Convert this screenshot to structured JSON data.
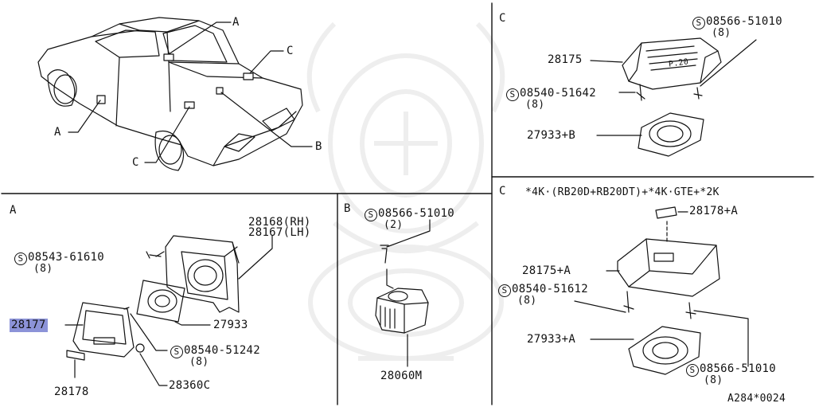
{
  "diagram": {
    "car_overview": {
      "label_a_upper": "A",
      "label_c_upper": "C",
      "label_a_lower": "A",
      "label_c_lower": "C",
      "label_b": "B"
    },
    "panel_a": {
      "title": "A",
      "screw": {
        "symbol": "S",
        "code": "08543-61610",
        "qty": "(8)"
      },
      "bracket_rh": "28168(RH)",
      "bracket_lh": "28167(LH)",
      "speaker": "27933",
      "grille": "28177",
      "cover": "28178",
      "washer": "28360C",
      "screw2": {
        "symbol": "S",
        "code": "08540-51242",
        "qty": "(8)"
      }
    },
    "panel_b": {
      "title": "B",
      "screw": {
        "symbol": "S",
        "code": "08566-51010",
        "qty": "(2)"
      },
      "amplifier": "28060M"
    },
    "panel_c_top": {
      "title": "C",
      "screw_top": {
        "symbol": "S",
        "code": "08566-51010",
        "qty": "(8)"
      },
      "cover": "28175",
      "cover_marking": "P.20",
      "screw_left": {
        "symbol": "S",
        "code": "08540-51642",
        "qty": "(8)"
      },
      "speaker": "27933+B"
    },
    "panel_c_bottom": {
      "title": "C",
      "applicability": "*4K·(RB20D+RB20DT)+*4K·GTE+*2K",
      "grille_insert": "28178+A",
      "cover": "28175+A",
      "screw_left": {
        "symbol": "S",
        "code": "08540-51612",
        "qty": "(8)"
      },
      "speaker": "27933+A",
      "screw_bottom": {
        "symbol": "S",
        "code": "08566-51010",
        "qty": "(8)"
      }
    },
    "figure_code": "A284*0024"
  },
  "colors": {
    "line": "#111111",
    "highlight": "#8c93d8",
    "watermark": "#7a7a7a"
  }
}
